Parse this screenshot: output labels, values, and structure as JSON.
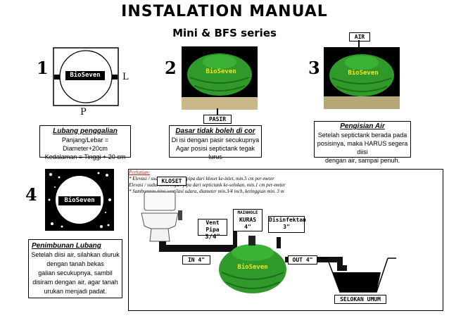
{
  "header": {
    "title": "INSTALATION MANUAL",
    "subtitle": "Mini & BFS series"
  },
  "step1": {
    "number": "1",
    "brand": "BioSeven",
    "side_label": "L",
    "bottom_label": "P",
    "caption_title": "Lubang penggalian",
    "caption_lines": [
      "Panjang/Lebar = Diameter+20cm",
      "Kedalaman = Tinggi + 20 cm"
    ]
  },
  "step2": {
    "number": "2",
    "brand": "BioSeven",
    "tag": "PASIR",
    "caption_title": "Dasar tidak boleh di cor",
    "caption_lines": [
      "Di isi dengan pasir secukupnya",
      "Agar posisi septictank tegak lurus"
    ]
  },
  "step3": {
    "number": "3",
    "brand": "BioSeven",
    "tag": "AIR",
    "caption_title": "Pengisian Air",
    "caption_lines": [
      "Setelah septictank berada pada",
      "posisinya,  maka HARUS segera diisi",
      "dengan air, sampai penuh."
    ]
  },
  "step4": {
    "number": "4",
    "brand": "BioSeven",
    "caption_title": "Penimbunan Lubang",
    "caption_lines": [
      "Setelah diisi air, silahkan diuruk",
      "dengan tanah bekas",
      "galian  secukupnya,  sambil",
      "disiram dengan air, agar tanah",
      "urukan menjadi padat."
    ]
  },
  "diagram": {
    "brand": "BioSeven",
    "kloset": "KLOSET",
    "note_label": "Perhatian:",
    "notes": [
      "* Elevasi / sudut kemiringan pipa dari kloset ke-inlet, min.5 cm per-meter",
      "Elevasi / sudut kemiringan pipa dari septictank ke-selokan, min.1 cm per-meter",
      "* Sambungan pipa ventilasi udara, diameter min.3/4 inch, ketinggian min. 3 m"
    ],
    "vent_label": "Vent Pipa",
    "vent_size": "3/4\"",
    "manhole_label": "MAINHOLE",
    "manhole_sub": "KURAS",
    "manhole_size": "4\"",
    "disinfektan_label": "Disinfektan",
    "disinfektan_size": "3\"",
    "in_label": "IN 4\"",
    "out_label": "OUT 4\"",
    "selokan": "SELOKAN UMUM"
  },
  "colors": {
    "tank_green": "#2f9a2a",
    "tank_dark": "#1f6b1c",
    "frame": "#000000"
  }
}
